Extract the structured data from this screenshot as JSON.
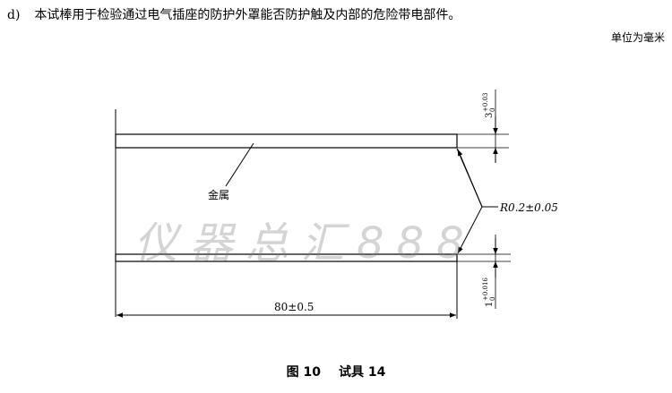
{
  "intro": {
    "item_label": "d)",
    "text": "本试棒用于检验通过电气插座的防护外罩能否防护触及内部的危险带电部件。"
  },
  "unit_note": "单位为毫米",
  "drawing": {
    "material_label": "金属",
    "radius_label": "R0.2±0.05",
    "length_label": "80±0.5",
    "top_thickness": {
      "base": "3",
      "upper": "+0.03",
      "lower": "0"
    },
    "bottom_thickness": {
      "base": "1",
      "upper": "+0.016",
      "lower": "0"
    }
  },
  "watermark": "仪器总汇888",
  "caption": {
    "figure": "图 10",
    "title": "试具 14"
  }
}
